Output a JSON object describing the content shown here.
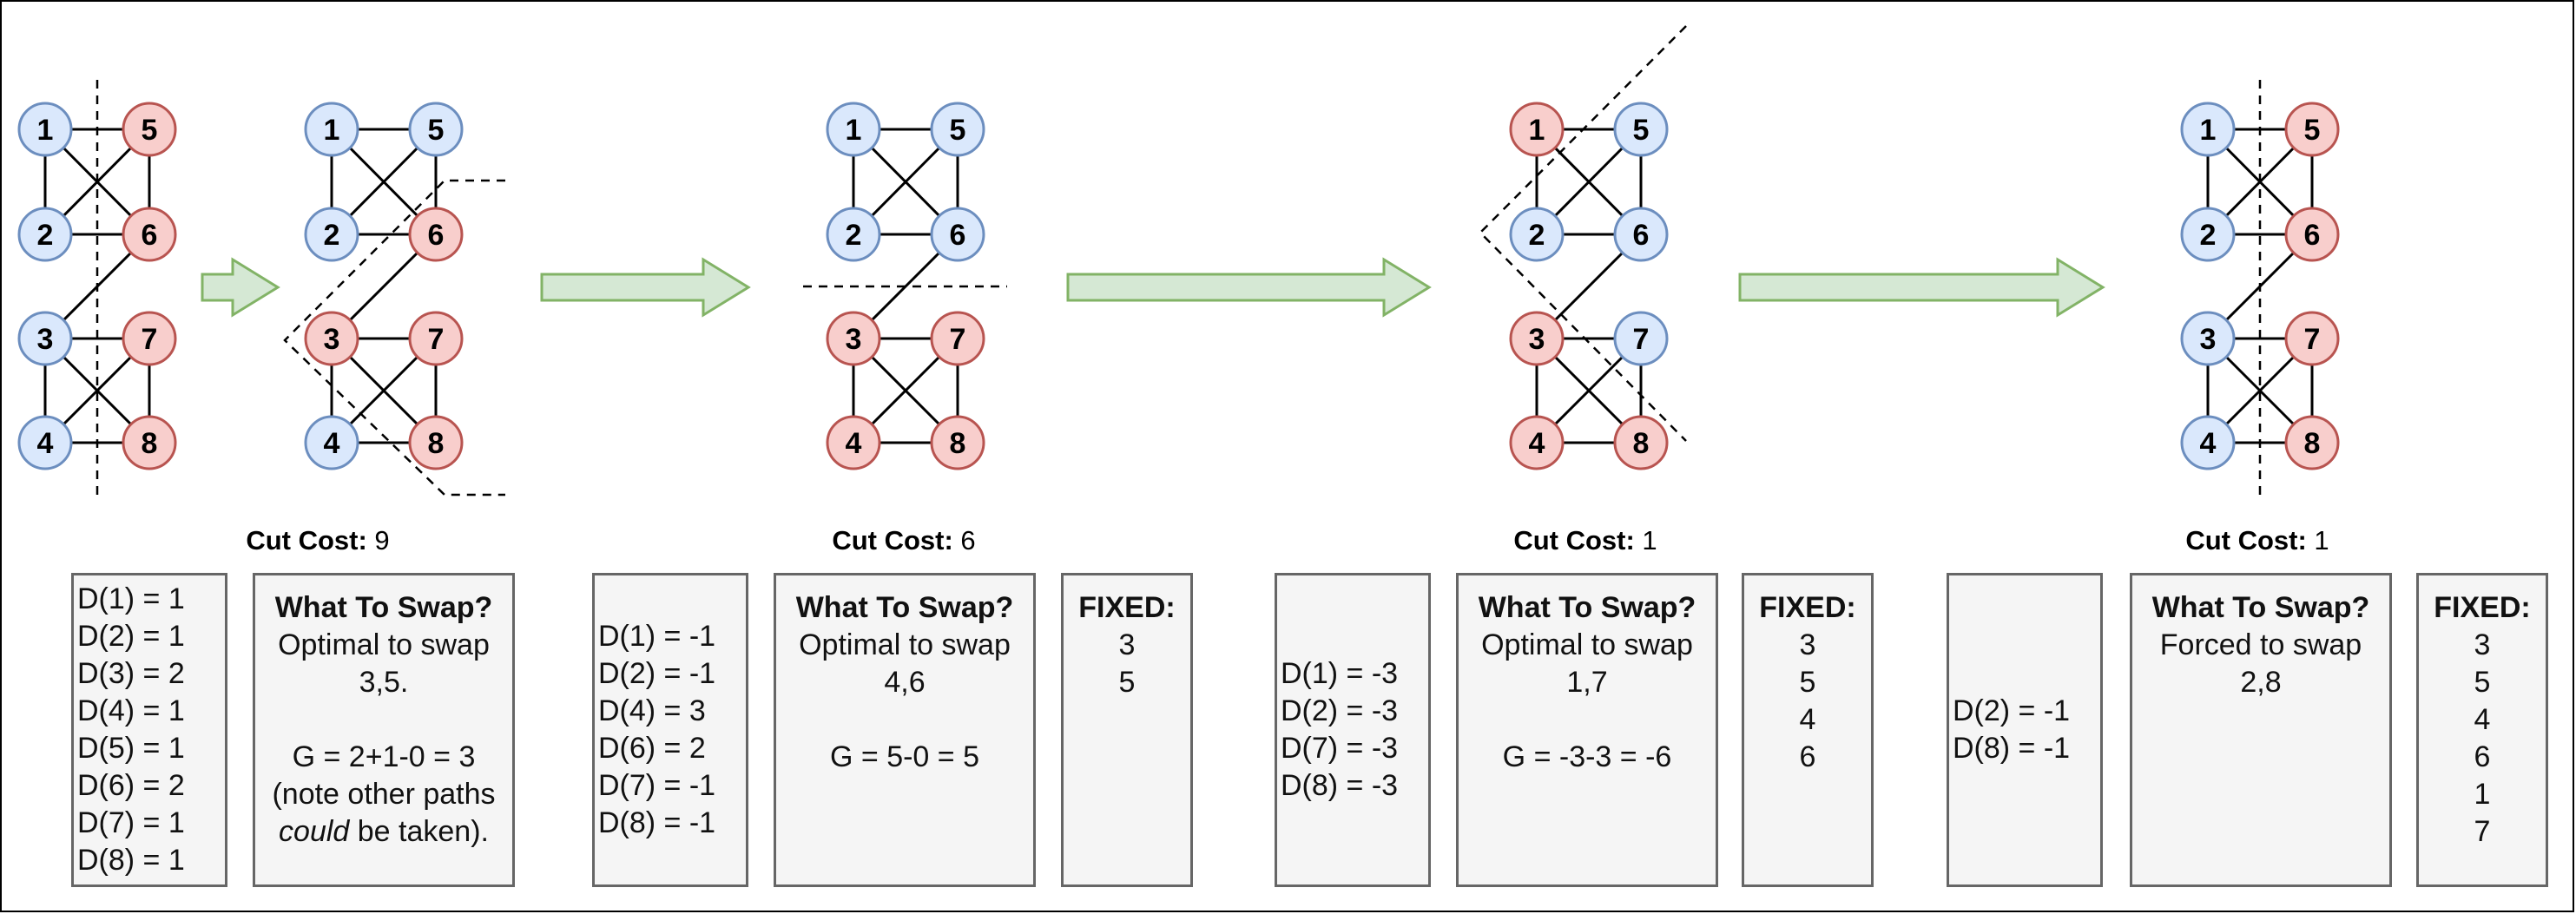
{
  "colors": {
    "blue_fill": "#dae8fc",
    "blue_stroke": "#6c8ebf",
    "red_fill": "#f8cecc",
    "red_stroke": "#b85450",
    "arrow_fill": "#d5e8d4",
    "arrow_stroke": "#82b366"
  },
  "steps": [
    {
      "cut_cost": {
        "label": "Cut Cost:",
        "value": "9"
      },
      "d_values": [
        "D(1) = 1",
        "D(2) = 1",
        "D(3) = 2",
        "D(4) = 1",
        "D(5) = 1",
        "D(6) = 2",
        "D(7) = 1",
        "D(8) = 1"
      ],
      "swap": {
        "heading": "What To Swap?",
        "line1": "Optimal to swap",
        "line2": "3,5.",
        "line3": "",
        "line4": "G = 2+1-0 = 3",
        "line5": "(note other paths",
        "line6_em": "could",
        "line6_rest": " be taken)."
      },
      "fixed": null
    },
    {
      "cut_cost": {
        "label": "Cut Cost:",
        "value": "6"
      },
      "d_values": [
        "D(1) = -1",
        "D(2) = -1",
        "D(4) = 3",
        "D(6) = 2",
        "D(7) = -1",
        "D(8) = -1"
      ],
      "swap": {
        "heading": "What To Swap?",
        "line1": "Optimal to swap",
        "line2": "4,6",
        "line3": "",
        "line4": "G = 5-0 = 5"
      },
      "fixed": {
        "heading": "FIXED:",
        "items": [
          "3",
          "5"
        ]
      }
    },
    {
      "cut_cost": {
        "label": "Cut Cost:",
        "value": "1"
      },
      "d_values": [
        "D(1) = -3",
        "D(2) = -3",
        "D(7) = -3",
        "D(8) = -3"
      ],
      "swap": {
        "heading": "What To Swap?",
        "line1": "Optimal to swap",
        "line2": "1,7",
        "line3": "",
        "line4": "G = -3-3 = -6"
      },
      "fixed": {
        "heading": "FIXED:",
        "items": [
          "3",
          "5",
          "4",
          "6"
        ]
      }
    },
    {
      "cut_cost": {
        "label": "Cut Cost:",
        "value": "1"
      },
      "d_values": [
        "D(2) = -1",
        "D(8) = -1"
      ],
      "swap": {
        "heading": "What To Swap?",
        "line1": "Forced to swap",
        "line2": "2,8"
      },
      "fixed": {
        "heading": "FIXED:",
        "items": [
          "3",
          "5",
          "4",
          "6",
          "1",
          "7"
        ]
      }
    }
  ],
  "graphs": [
    {
      "nodes": {
        "1": "blue",
        "2": "blue",
        "3": "blue",
        "4": "blue",
        "5": "red",
        "6": "red",
        "7": "red",
        "8": "red"
      }
    },
    {
      "nodes": {
        "1": "blue",
        "2": "blue",
        "3": "red",
        "4": "blue",
        "5": "blue",
        "6": "red",
        "7": "red",
        "8": "red"
      }
    },
    {
      "nodes": {
        "1": "blue",
        "2": "blue",
        "3": "red",
        "4": "red",
        "5": "blue",
        "6": "blue",
        "7": "red",
        "8": "red"
      }
    },
    {
      "nodes": {
        "1": "red",
        "2": "blue",
        "3": "red",
        "4": "red",
        "5": "blue",
        "6": "blue",
        "7": "blue",
        "8": "red"
      }
    },
    {
      "nodes": {
        "1": "blue",
        "2": "blue",
        "3": "blue",
        "4": "blue",
        "5": "red",
        "6": "red",
        "7": "red",
        "8": "red"
      }
    }
  ]
}
